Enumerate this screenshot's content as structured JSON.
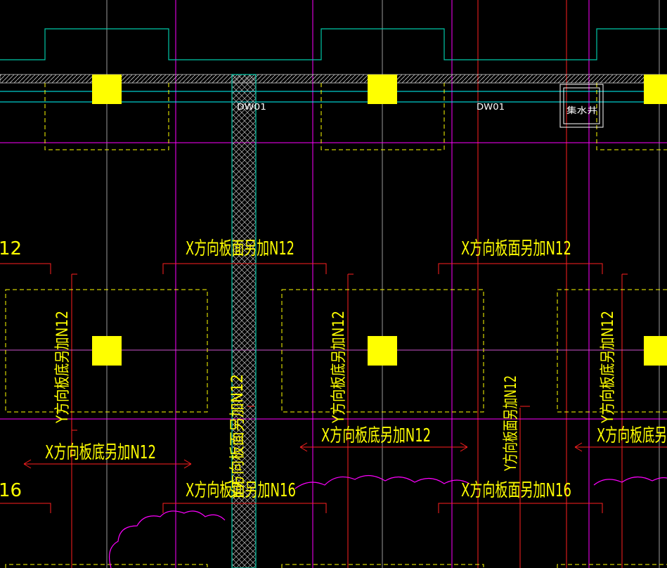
{
  "colors": {
    "background": "#000000",
    "grid_red": "#ff2020",
    "grid_gray": "#9a9a9a",
    "magenta": "#ff00ff",
    "cyan": "#00ffff",
    "teal": "#00c8a8",
    "yellow": "#ffff00",
    "white": "#ffffff",
    "hatch": "#c8c8c8"
  },
  "labels": {
    "x_top_left_partial": "12",
    "x_top_mid": "X方向板面另加N12",
    "x_top_right": "X方向板面另加N12",
    "y_left": "Y方向板底另加N12",
    "y_mid": "Y方向板底另加N12",
    "y_right": "Y方向板底另加N12",
    "y_strip_left": "Y方向板面另加N12",
    "y_strip_right": "Y方向板面另加N12",
    "x_bottom_left": "X方向板底另加N12",
    "x_bottom_mid": "X方向板底另加N12",
    "x_bottom_right": "X方向板底另",
    "x_face_left_partial": "16",
    "x_face_mid": "X方向板面另加N16",
    "x_face_right": "X方向板面另加N16",
    "dw_left": "DW01",
    "dw_right": "DW01",
    "sump": "集水井"
  }
}
